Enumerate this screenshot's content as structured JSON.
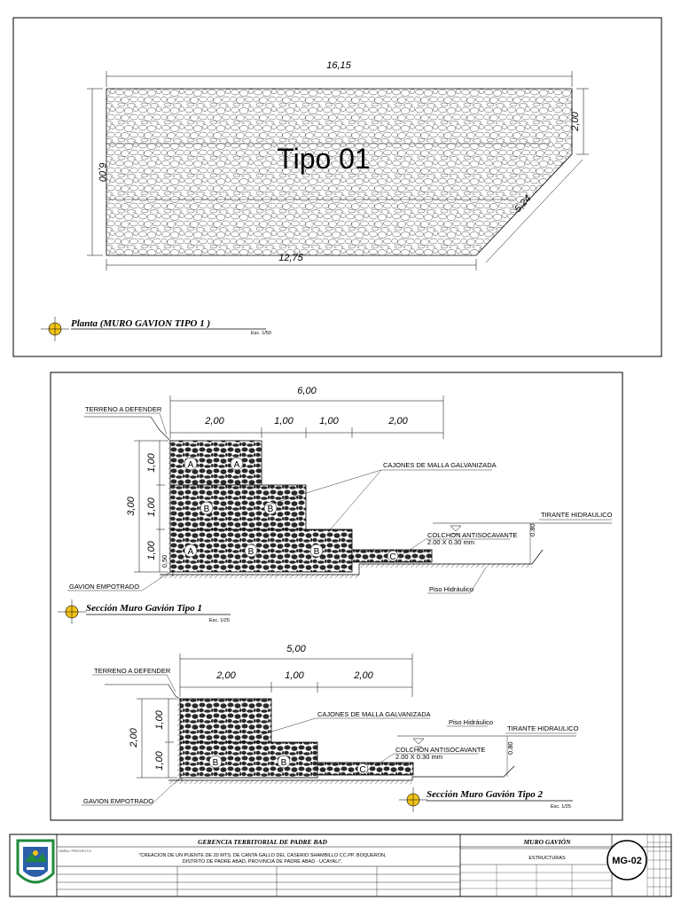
{
  "plan": {
    "dim_top": "16,15",
    "dim_bottom": "12,75",
    "dim_left": "6,00",
    "dim_right": "2,00",
    "dim_diagonal": "5,24",
    "label": "Tipo 01",
    "title": "Planta (MURO GAVION TIPO 1 )",
    "scale": "Esc. 1/50"
  },
  "section1": {
    "dim_total": "6,00",
    "dims": [
      "2,00",
      "1,00",
      "1,00",
      "2,00"
    ],
    "dim_height": "3,00",
    "dim_rows": [
      "1,00",
      "1,00",
      "1,00"
    ],
    "dim_small": "0,50",
    "box_labels": [
      "A",
      "A",
      "B",
      "B",
      "A",
      "B",
      "B",
      "C"
    ],
    "notes": {
      "terreno": "TERRENO A DEFENDER",
      "cajones": "CAJONES DE MALLA GALVANIZADA",
      "tirante": "TIRANTE HIDRAULICO",
      "colchon": "COLCHON ANTISOCAVANTE",
      "colchon_dim": "2.00 X 0.30 mm",
      "gavion": "GAVION EMPOTRADO",
      "piso": "Piso Hidráulico",
      "depth": "0.80"
    },
    "title": "Sección Muro Gavión Tipo 1",
    "scale": "Esc. 1/25"
  },
  "section2": {
    "dim_total": "5,00",
    "dims": [
      "2,00",
      "1,00",
      "2,00"
    ],
    "dim_height": "2,00",
    "dim_rows": [
      "1,00",
      "1,00"
    ],
    "box_labels": [
      "B",
      "B",
      "C"
    ],
    "notes": {
      "terreno": "TERRENO A DEFENDER",
      "cajones": "CAJONES DE MALLA GALVANIZADA",
      "piso": "Piso Hidráulico",
      "tirante": "TIRANTE HIDRAULICO",
      "colchon": "COLCHON ANTISOCAVANTE",
      "colchon_dim": "2.00 X 0.30 mm",
      "gavion": "GAVION EMPOTRADO",
      "depth": "0.80"
    },
    "title": "Sección Muro Gavión Tipo 2",
    "scale": "Esc. 1/25"
  },
  "titleblock": {
    "org": "GERENCIA TERRITORIAL DE PADRE BAD",
    "project_label": "OBRA / PROYECTO",
    "project_line1": "\"CREACION DE UN PUENTE DE 20 MTS. DE CANTA GALLO DEL CASERIO SHAMBILLO CC.PP. BOQUERON,",
    "project_line2": "DISTRITO DE PADRE ABAD, PROVINCIA DE PADRE ABAD - UCAYALI\".",
    "sheet_title": "MURO GAVIÓN",
    "specialty": "ESTRUCTURAS",
    "sheet_code": "MG-02"
  },
  "colors": {
    "line": "#000000",
    "stone": "#3a3a3a",
    "logo_green": "#1f8a3c",
    "logo_blue": "#2b5fa8"
  }
}
